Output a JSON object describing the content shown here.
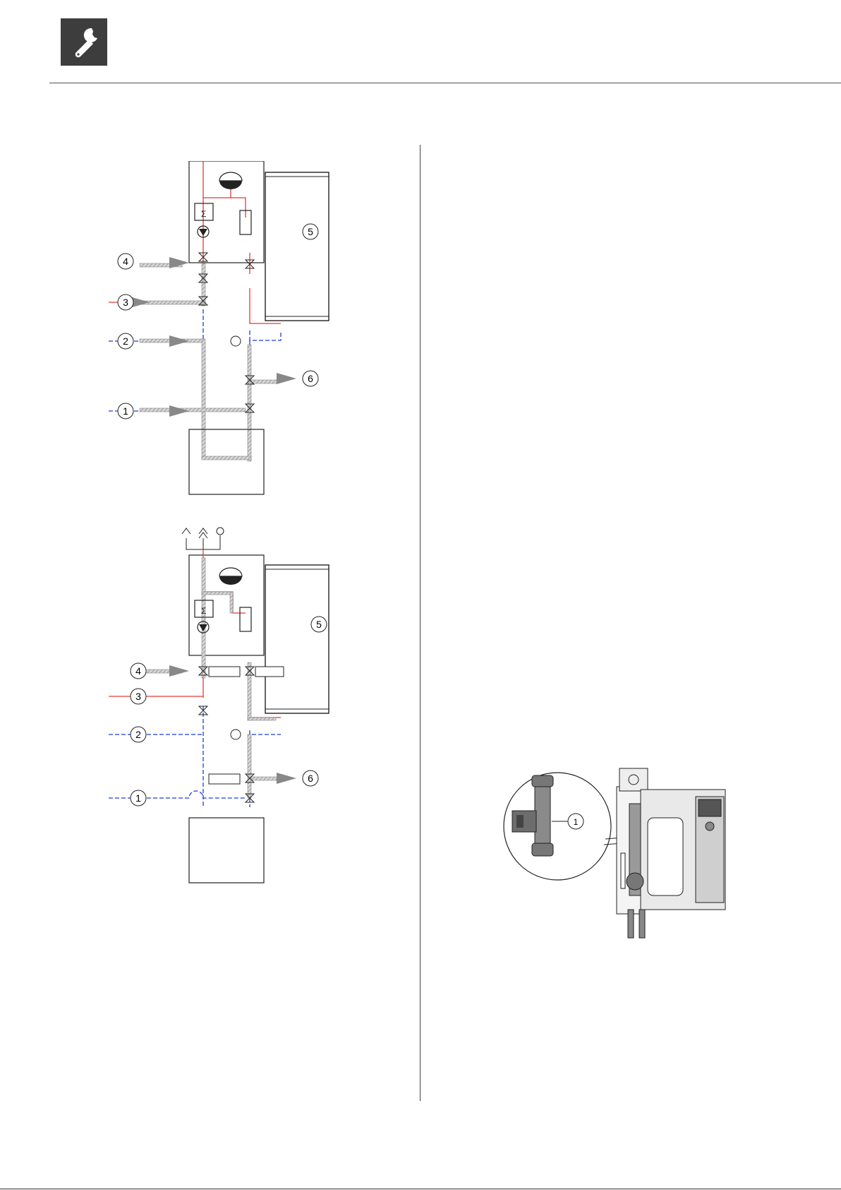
{
  "header": {
    "icon": "wrench-icon",
    "badge_color": "#3d3d3d"
  },
  "colors": {
    "hot_line": "#e53935",
    "cold_line": "#1e3fd8",
    "flow_hatch": "#a0a0a0",
    "outline": "#222222"
  },
  "diagram_top": {
    "callouts": [
      "4",
      "3",
      "2",
      "1",
      "5",
      "6"
    ]
  },
  "diagram_bottom": {
    "callouts": [
      "4",
      "3",
      "2",
      "1",
      "5",
      "6"
    ]
  },
  "product_figure": {
    "callout": "1"
  }
}
